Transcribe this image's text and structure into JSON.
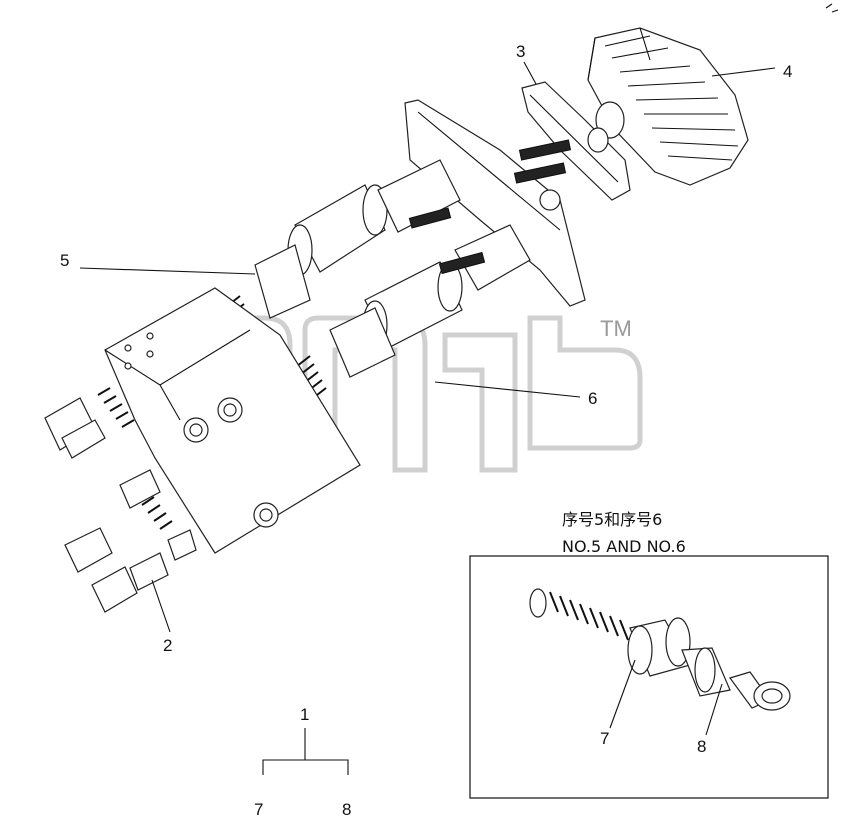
{
  "diagram": {
    "callouts": {
      "c1": "1",
      "c2": "2",
      "c3": "3",
      "c4": "4",
      "c5": "5",
      "c6": "6",
      "c7_tree": "7",
      "c8_tree": "8",
      "c7_inset": "7",
      "c8_inset": "8"
    },
    "inset": {
      "caption_cn": "序号5和序号6",
      "caption_en": "NO.5 AND NO.6"
    },
    "watermark": {
      "tm": "TM"
    }
  }
}
